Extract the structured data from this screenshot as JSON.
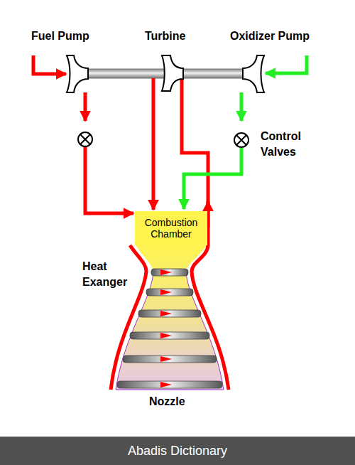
{
  "diagram": {
    "nodes": [
      {
        "text": [
          "Combustion Chamber"
        ]
      }
    ],
    "labels": [
      "Fuel Pump",
      "Turbine",
      "Oxidizer Pump",
      "Control Valves",
      "Heat Exanger",
      "Nozzle",
      "Abadis Dictionary"
    ]
  }
}
